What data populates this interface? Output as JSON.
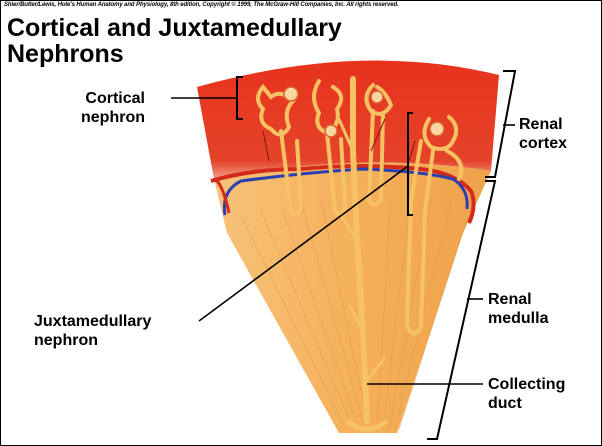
{
  "copyright": "Shier/Butler/Lewis, Hole's Human Anatomy and Physiology, 8th edition, Copyright © 1999, The McGraw-Hill Companies, Inc. All rights reserved.",
  "title": {
    "line1": "Cortical and Juxtamedullary",
    "line2": "Nephrons"
  },
  "labels": {
    "cortical_nephron": {
      "line1": "Cortical",
      "line2": "nephron"
    },
    "juxtamedullary_nephron": {
      "line1": "Juxtamedullary",
      "line2": "nephron"
    },
    "renal_cortex": {
      "line1": "Renal",
      "line2": "cortex"
    },
    "renal_medulla": {
      "line1": "Renal",
      "line2": "medulla"
    },
    "collecting_duct": {
      "line1": "Collecting",
      "line2": "duct"
    }
  },
  "colors": {
    "cortex": "#e8321c",
    "medulla": "#f5b05a",
    "tubule": "#f6c264",
    "artery": "#d42a1c",
    "vein": "#2a3fb0"
  }
}
